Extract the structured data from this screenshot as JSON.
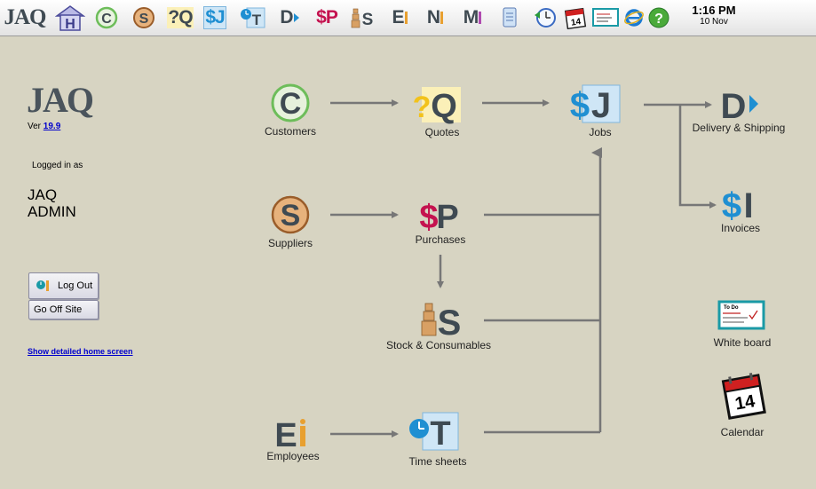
{
  "toolbar": {
    "logo": "JAQ",
    "letters": {
      "home": "H",
      "customers": "C",
      "suppliers": "S",
      "quotes": "?Q",
      "jobs": "$J",
      "timesheets": "T",
      "delivery": "D",
      "purchases": "$P",
      "stock": "S",
      "employees": "E",
      "n": "N",
      "m": "M"
    },
    "calendar_day": "14"
  },
  "clock": {
    "time": "1:16 PM",
    "date": "10 Nov"
  },
  "left": {
    "logo": "JAQ",
    "ver_label": "Ver",
    "ver_link": "19.9",
    "logged_in_label": "Logged in as",
    "user_line1": "JAQ",
    "user_line2": "ADMIN",
    "logout_label": "Log Out",
    "offsite_label": "Go Off Site",
    "detailed_link": "Show detailed home screen"
  },
  "nodes": {
    "customers": {
      "letter": "C",
      "label": "Customers"
    },
    "quotes": {
      "letter": "Q",
      "prefix": "?",
      "label": "Quotes"
    },
    "jobs": {
      "letter": "J",
      "prefix": "$",
      "label": "Jobs"
    },
    "delivery": {
      "letter": "D",
      "label": "Delivery & Shipping"
    },
    "invoices": {
      "letter": "I",
      "prefix": "$",
      "label": "Invoices"
    },
    "suppliers": {
      "letter": "S",
      "label": "Suppliers"
    },
    "purchases": {
      "letter": "P",
      "prefix": "$",
      "label": "Purchases"
    },
    "stock": {
      "letter": "S",
      "label": "Stock & Consumables"
    },
    "employees": {
      "letter": "E",
      "label": "Employees"
    },
    "timesheets": {
      "letter": "T",
      "label": "Time sheets"
    },
    "whiteboard": {
      "label": "White board",
      "header": "To Do"
    },
    "calendar": {
      "label": "Calendar",
      "day": "14"
    }
  },
  "colors": {
    "background": "#d7d4c2",
    "customers_green": "#6dbd5a",
    "suppliers_orange": "#c9824a",
    "quotes_yellow": "#f2c21b",
    "jobs_blue": "#1f8fd2",
    "purchases_magenta": "#c4124f",
    "arrow_gray": "#777777"
  }
}
